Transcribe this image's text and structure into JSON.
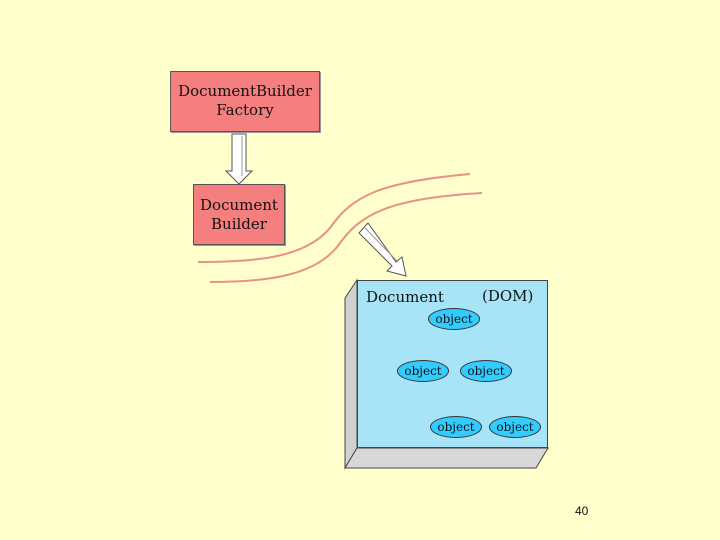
{
  "factory_box": {
    "line1": "DocumentBuilder",
    "line2": "Factory"
  },
  "builder_box": {
    "line1": "Document",
    "line2": "Builder"
  },
  "dom_box": {
    "title_left": "Document",
    "title_right": "(DOM)",
    "nodes": [
      "object",
      "object",
      "object",
      "object",
      "object"
    ]
  },
  "colors": {
    "background": "#ffffcc",
    "box_fill": "#f57f7f",
    "dom_fill": "#a8e4f8",
    "node_fill": "#33ccff",
    "wave_line": "#e8908a"
  },
  "page_number": "40"
}
